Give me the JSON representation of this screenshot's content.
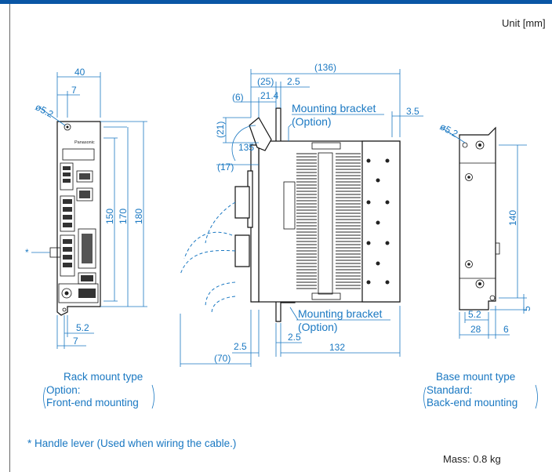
{
  "unit_label": "Unit [mm]",
  "brand": "Panasonic",
  "rack": {
    "caption": [
      "Rack mount type",
      "Option:",
      "Front-end mounting"
    ],
    "dims": {
      "width": "40",
      "d7top": "7",
      "hole": "ø5.2",
      "h150": "150",
      "h170": "170",
      "h180": "180",
      "b52": "5.2",
      "b7": "7",
      "star": "*"
    }
  },
  "side": {
    "dims": {
      "d136": "(136)",
      "d25": "(25)",
      "d25b": "2.5",
      "d6": "(6)",
      "d214": "21.4",
      "d21": "(21)",
      "d135": "135",
      "d17": "(17)",
      "d35": "3.5",
      "d25l": "2.5",
      "d70": "(70)",
      "d25r": "2.5",
      "d132": "132"
    },
    "bracket_top": [
      "Mounting bracket",
      "(Option)"
    ],
    "bracket_bottom": [
      "Mounting bracket",
      "(Option)"
    ]
  },
  "base": {
    "caption": [
      "Base mount type",
      "Standard:",
      "Back-end mounting"
    ],
    "dims": {
      "hole": "ø5.2",
      "h140": "140",
      "d5": "5",
      "d52": "5.2",
      "d28": "28",
      "d6": "6"
    }
  },
  "footnote": "* Handle lever (Used when wiring the cable.)",
  "mass": "Mass: 0.8 kg"
}
